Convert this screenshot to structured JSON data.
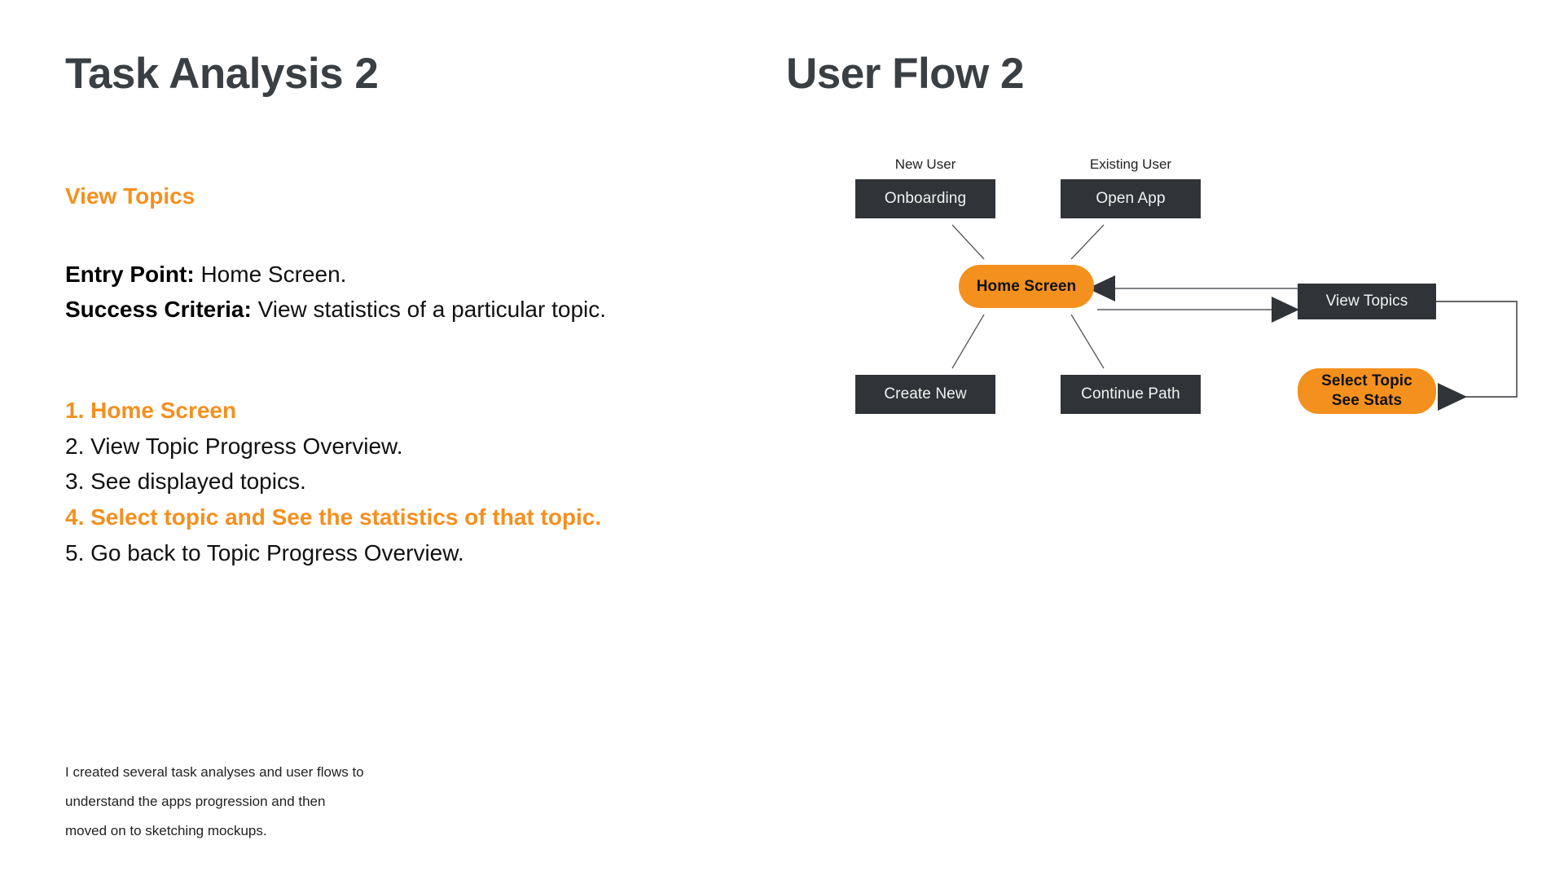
{
  "slide": {
    "background": "#ffffff",
    "accent_color": "#f4901e",
    "dark_color": "#303438",
    "heading_color": "#3a3f44"
  },
  "left": {
    "title": "Task Analysis 2",
    "section_label": "View Topics",
    "meta": [
      {
        "lead": "Entry Point:",
        "text": " Home Screen."
      },
      {
        "lead": "Success Criteria:",
        "text": " View statistics of a particular topic."
      }
    ],
    "steps": [
      {
        "text": "1. Home Screen",
        "highlight": true
      },
      {
        "text": "2. View Topic Progress Overview.",
        "highlight": false
      },
      {
        "text": "3. See displayed topics.",
        "highlight": false
      },
      {
        "text": "4. Select topic and See the statistics of that topic.",
        "highlight": true
      },
      {
        "text": "5. Go back to Topic Progress Overview.",
        "highlight": false
      }
    ],
    "caption": [
      "I created several task analyses and user flows to",
      "understand the apps progression and then",
      "moved on to sketching mockups."
    ]
  },
  "right": {
    "title": "User Flow 2",
    "column_labels": {
      "new_user": "New User",
      "existing_user": "Existing User"
    },
    "nodes": {
      "onboarding": "Onboarding",
      "open_app": "Open App",
      "create_new": "Create New",
      "continue_path": "Continue Path",
      "home_screen": "Home Screen",
      "view_topics": "View Topics",
      "select_topic_line1": "Select Topic",
      "select_topic_line2": "See Stats"
    }
  }
}
